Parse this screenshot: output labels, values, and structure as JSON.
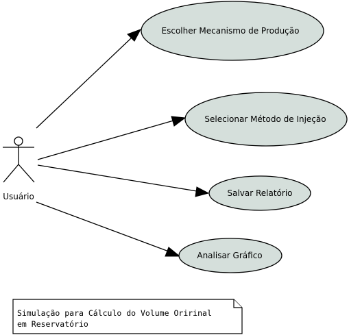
{
  "actor": {
    "label": "Usuário"
  },
  "use_cases": [
    {
      "id": "uc1",
      "label": "Escolher Mecanismo de Produção"
    },
    {
      "id": "uc2",
      "label": "Selecionar Método de Injeção"
    },
    {
      "id": "uc3",
      "label": "Salvar Relatório"
    },
    {
      "id": "uc4",
      "label": "Analisar Gráfico"
    }
  ],
  "note": {
    "line1": "Simulação para Cálculo do Volume Oririnal",
    "line2": "em Reservatório"
  },
  "colors": {
    "use_case_fill": "#d5dfdb",
    "stroke": "#000000",
    "background": "#ffffff"
  }
}
